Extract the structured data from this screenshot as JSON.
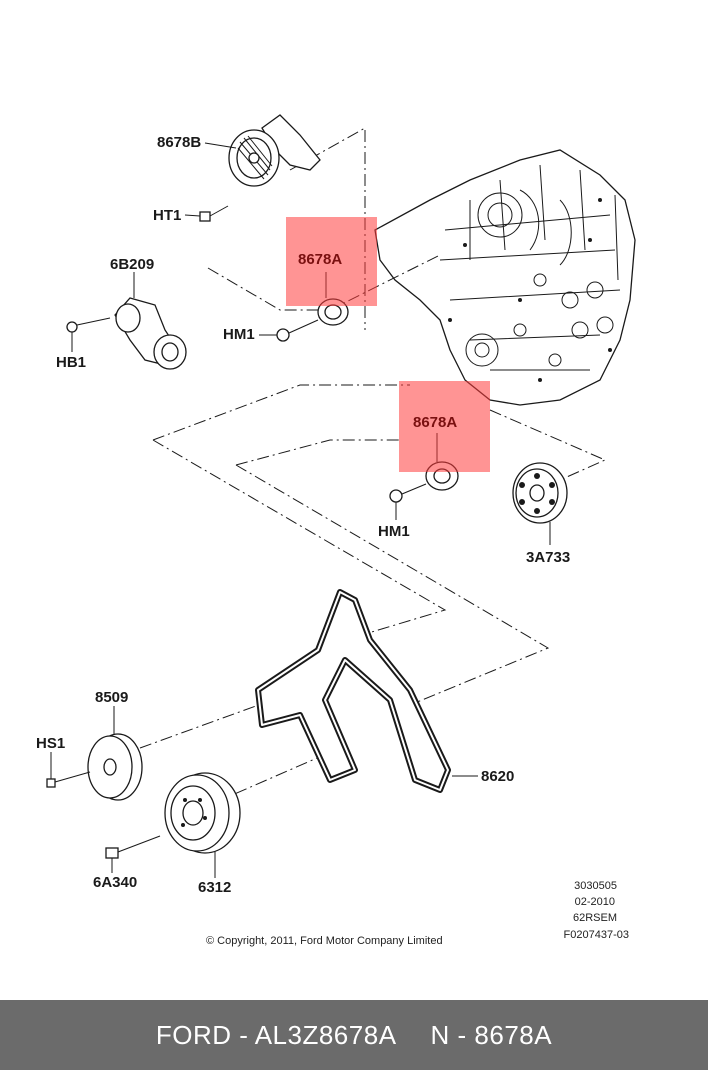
{
  "labels": {
    "tensioner_upper": "8678B",
    "ht1": "HT1",
    "tensioner_left": "6B209",
    "hb1": "HB1",
    "idler_upper_highlight": "8678A",
    "hm1_upper": "HM1",
    "idler_lower_highlight": "8678A",
    "hm1_lower": "HM1",
    "pulley_3a733": "3A733",
    "pulley_8509": "8509",
    "hs1": "HS1",
    "belt_8620": "8620",
    "bolt_6a340": "6A340",
    "damper_6312": "6312"
  },
  "meta": {
    "line1": "3030505",
    "line2": "02-2010",
    "line3": "62RSEM",
    "line4": "F0207437-03"
  },
  "copyright": "© Copyright, 2011, Ford Motor Company Limited",
  "footer": {
    "brand_part": "FORD - AL3Z8678A",
    "oem_part": "N - 8678A"
  },
  "colors": {
    "highlight": "#ff3c3c",
    "footer_bg": "#6b6b6b",
    "footer_text": "#ffffff",
    "line": "#1a1a1a"
  }
}
